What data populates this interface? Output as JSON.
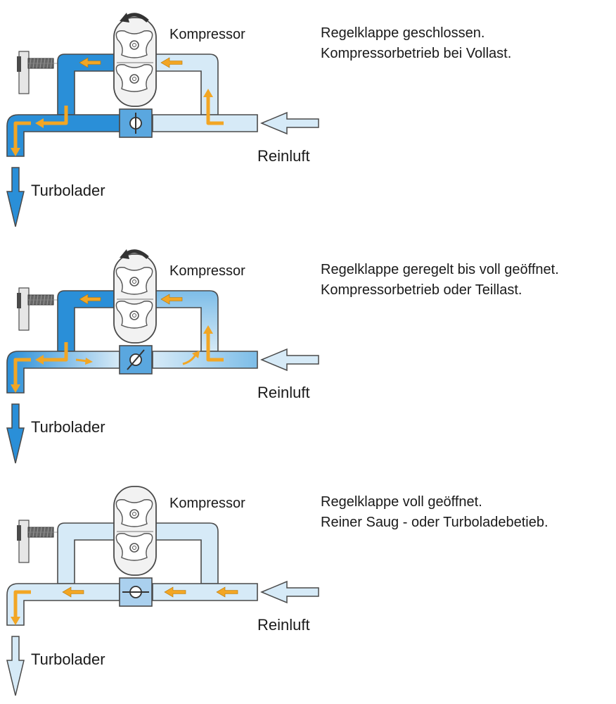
{
  "colors": {
    "pipe_dark": "#2a8fd8",
    "pipe_light": "#d6eaf7",
    "pipe_outline": "#4a4a4a",
    "flow_arrow": "#f2a624",
    "compressor_body": "#f2f2f2",
    "valve_body": "#5aa7df",
    "rotation_arrow": "#333333"
  },
  "icons": {
    "rotation": "curved-arrow-icon",
    "flow": "flow-arrow-icon",
    "inlet": "inlet-arrow-icon",
    "outlet": "outlet-arrow-icon"
  },
  "panels": [
    {
      "compressor_label": "Kompressor",
      "inlet_label": "Reinluft",
      "outlet_label": "Turbolader",
      "description": [
        "Regelklappe geschlossen.",
        "Kompressorbetrieb bei Vollast."
      ],
      "valve_state": "closed",
      "compressor_running": true
    },
    {
      "compressor_label": "Kompressor",
      "inlet_label": "Reinluft",
      "outlet_label": "Turbolader",
      "description": [
        "Regelklappe geregelt bis voll geöffnet.",
        "Kompressorbetrieb oder Teillast."
      ],
      "valve_state": "partial",
      "compressor_running": true
    },
    {
      "compressor_label": "Kompressor",
      "inlet_label": "Reinluft",
      "outlet_label": "Turbolader",
      "description": [
        "Regelklappe voll geöffnet.",
        "Reiner Saug - oder Turboladebetieb."
      ],
      "valve_state": "open",
      "compressor_running": false
    }
  ]
}
